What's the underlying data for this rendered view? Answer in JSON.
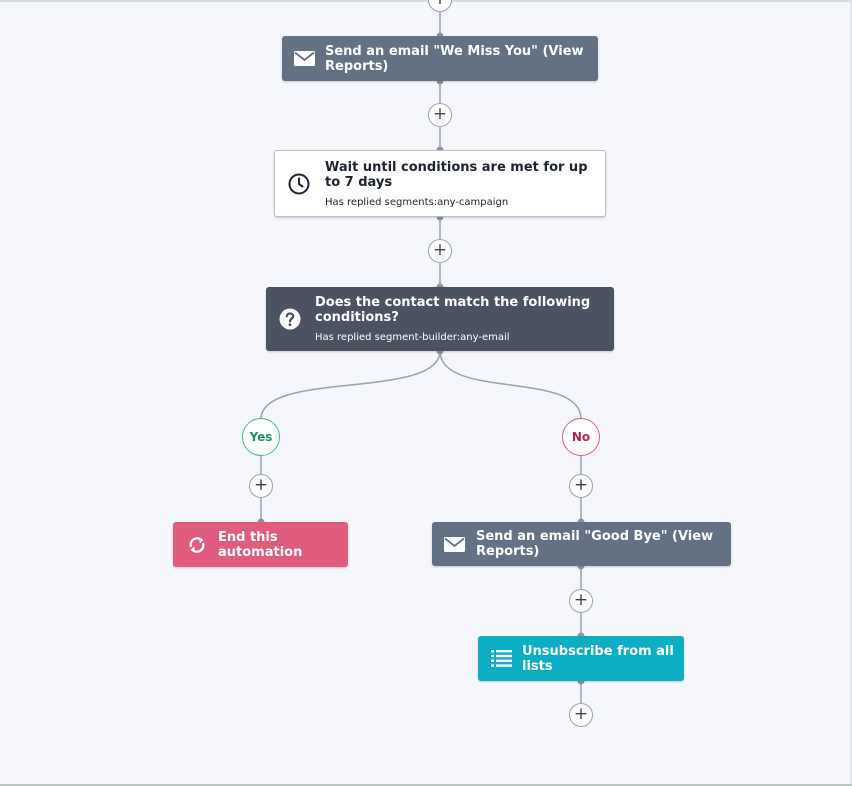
{
  "nodes": {
    "email_we_miss_you": {
      "label": "Send an email \"We Miss You\" (View Reports)",
      "icon": "envelope-icon",
      "color": "#637185"
    },
    "wait_conditions": {
      "title": "Wait until conditions are met for up to 7 days",
      "subtitle": "Has replied segments:any-campaign",
      "icon": "clock-icon"
    },
    "condition": {
      "title": "Does the contact match the following conditions?",
      "subtitle": "Has replied segment-builder:any-email",
      "icon": "question-icon",
      "color": "#4b5262"
    },
    "end_automation": {
      "label": "End this automation",
      "icon": "refresh-icon",
      "color": "#df5c7c"
    },
    "email_good_bye": {
      "label": "Send an email \"Good Bye\" (View Reports)",
      "icon": "envelope-icon",
      "color": "#637185"
    },
    "unsubscribe": {
      "label": "Unsubscribe from all lists",
      "icon": "list-icon",
      "color": "#0caec3"
    }
  },
  "branches": {
    "yes": {
      "label": "Yes",
      "color": "#3dbf9a"
    },
    "no": {
      "label": "No",
      "color": "#e05b7d"
    }
  },
  "add_step_symbol": "+"
}
